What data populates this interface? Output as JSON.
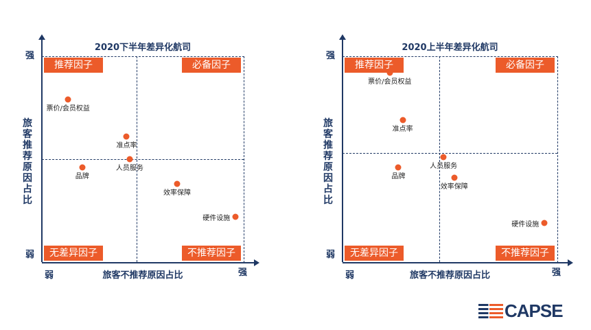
{
  "chart_data": [
    {
      "type": "scatter",
      "title": "2020下半年差异化航司",
      "xlabel": "旅客不推荐原因占比",
      "ylabel": "旅客推荐原因占比",
      "x_ticks": [
        "弱",
        "强"
      ],
      "y_ticks": [
        "强",
        "弱"
      ],
      "xlim": [
        0,
        100
      ],
      "ylim": [
        0,
        100
      ],
      "divider": {
        "x": 47,
        "y": 50
      },
      "quadrants": {
        "top_left": "推荐因子",
        "top_right": "必备因子",
        "bottom_left": "无差异因子",
        "bottom_right": "不推荐因子"
      },
      "points": [
        {
          "label": "票价/会员权益",
          "x": 13,
          "y": 79,
          "pos": "below"
        },
        {
          "label": "准点率",
          "x": 42,
          "y": 61,
          "pos": "below"
        },
        {
          "label": "人员服务",
          "x": 43.5,
          "y": 50,
          "pos": "below"
        },
        {
          "label": "品牌",
          "x": 20,
          "y": 46,
          "pos": "below"
        },
        {
          "label": "效率保障",
          "x": 67,
          "y": 38,
          "pos": "below"
        },
        {
          "label": "硬件设施",
          "x": 96,
          "y": 22,
          "pos": "left"
        }
      ]
    },
    {
      "type": "scatter",
      "title": "2020上半年差异化航司",
      "xlabel": "旅客不推荐原因占比",
      "ylabel": "旅客推荐原因占比",
      "x_ticks": [
        "弱",
        "强"
      ],
      "y_ticks": [
        "强",
        "弱"
      ],
      "xlim": [
        0,
        100
      ],
      "ylim": [
        0,
        100
      ],
      "divider": {
        "x": 45,
        "y": 53
      },
      "quadrants": {
        "top_left": "推荐因子",
        "top_right": "必备因子",
        "bottom_left": "无差异因子",
        "bottom_right": "不推荐因子"
      },
      "points": [
        {
          "label": "票价/会员权益",
          "x": 22,
          "y": 92,
          "pos": "below"
        },
        {
          "label": "准点率",
          "x": 28,
          "y": 69,
          "pos": "below"
        },
        {
          "label": "人员服务",
          "x": 47,
          "y": 51,
          "pos": "below"
        },
        {
          "label": "品牌",
          "x": 26,
          "y": 46,
          "pos": "below"
        },
        {
          "label": "效率保障",
          "x": 52,
          "y": 41,
          "pos": "below"
        },
        {
          "label": "硬件设施",
          "x": 94,
          "y": 19,
          "pos": "left"
        }
      ]
    }
  ],
  "logo": {
    "text": "CAPSE",
    "colors": {
      "navy": "#1f3864",
      "orange": "#ec5b2a"
    }
  }
}
